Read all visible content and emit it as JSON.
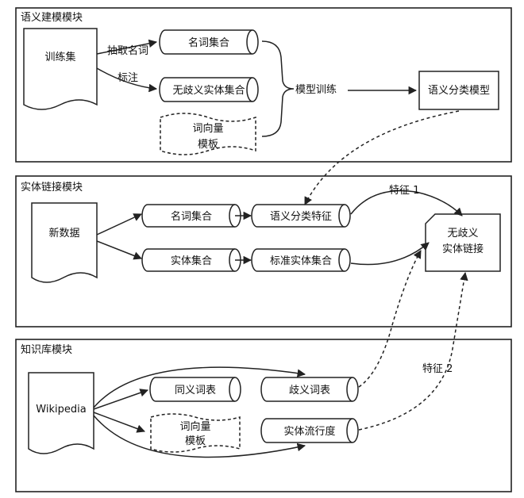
{
  "modules": {
    "semantic": "语义建模模块",
    "linking": "实体链接模块",
    "kb": "知识库模块"
  },
  "nodes": {
    "train_set": "训练集",
    "noun_set_1": "名词集合",
    "unamb_set": "无歧义实体集合",
    "wv_line1": "词向量",
    "wv_line2": "模板",
    "model_training": "模型训练",
    "sem_model": "语义分类模型",
    "new_data": "新数据",
    "noun_set_2": "名词集合",
    "sem_feature": "语义分类特征",
    "entity_set": "实体集合",
    "std_entity_set": "标准实体集合",
    "result_line1": "无歧义",
    "result_line2": "实体链接",
    "wikipedia": "Wikipedia",
    "synonym": "同义词表",
    "ambiguity": "歧义词表",
    "wv2_line1": "词向量",
    "wv2_line2": "模板",
    "popularity": "实体流行度"
  },
  "edge_labels": {
    "extract_noun": "抽取名词",
    "label": "标注",
    "feature1": "特征 1",
    "feature2": "特征 2"
  }
}
